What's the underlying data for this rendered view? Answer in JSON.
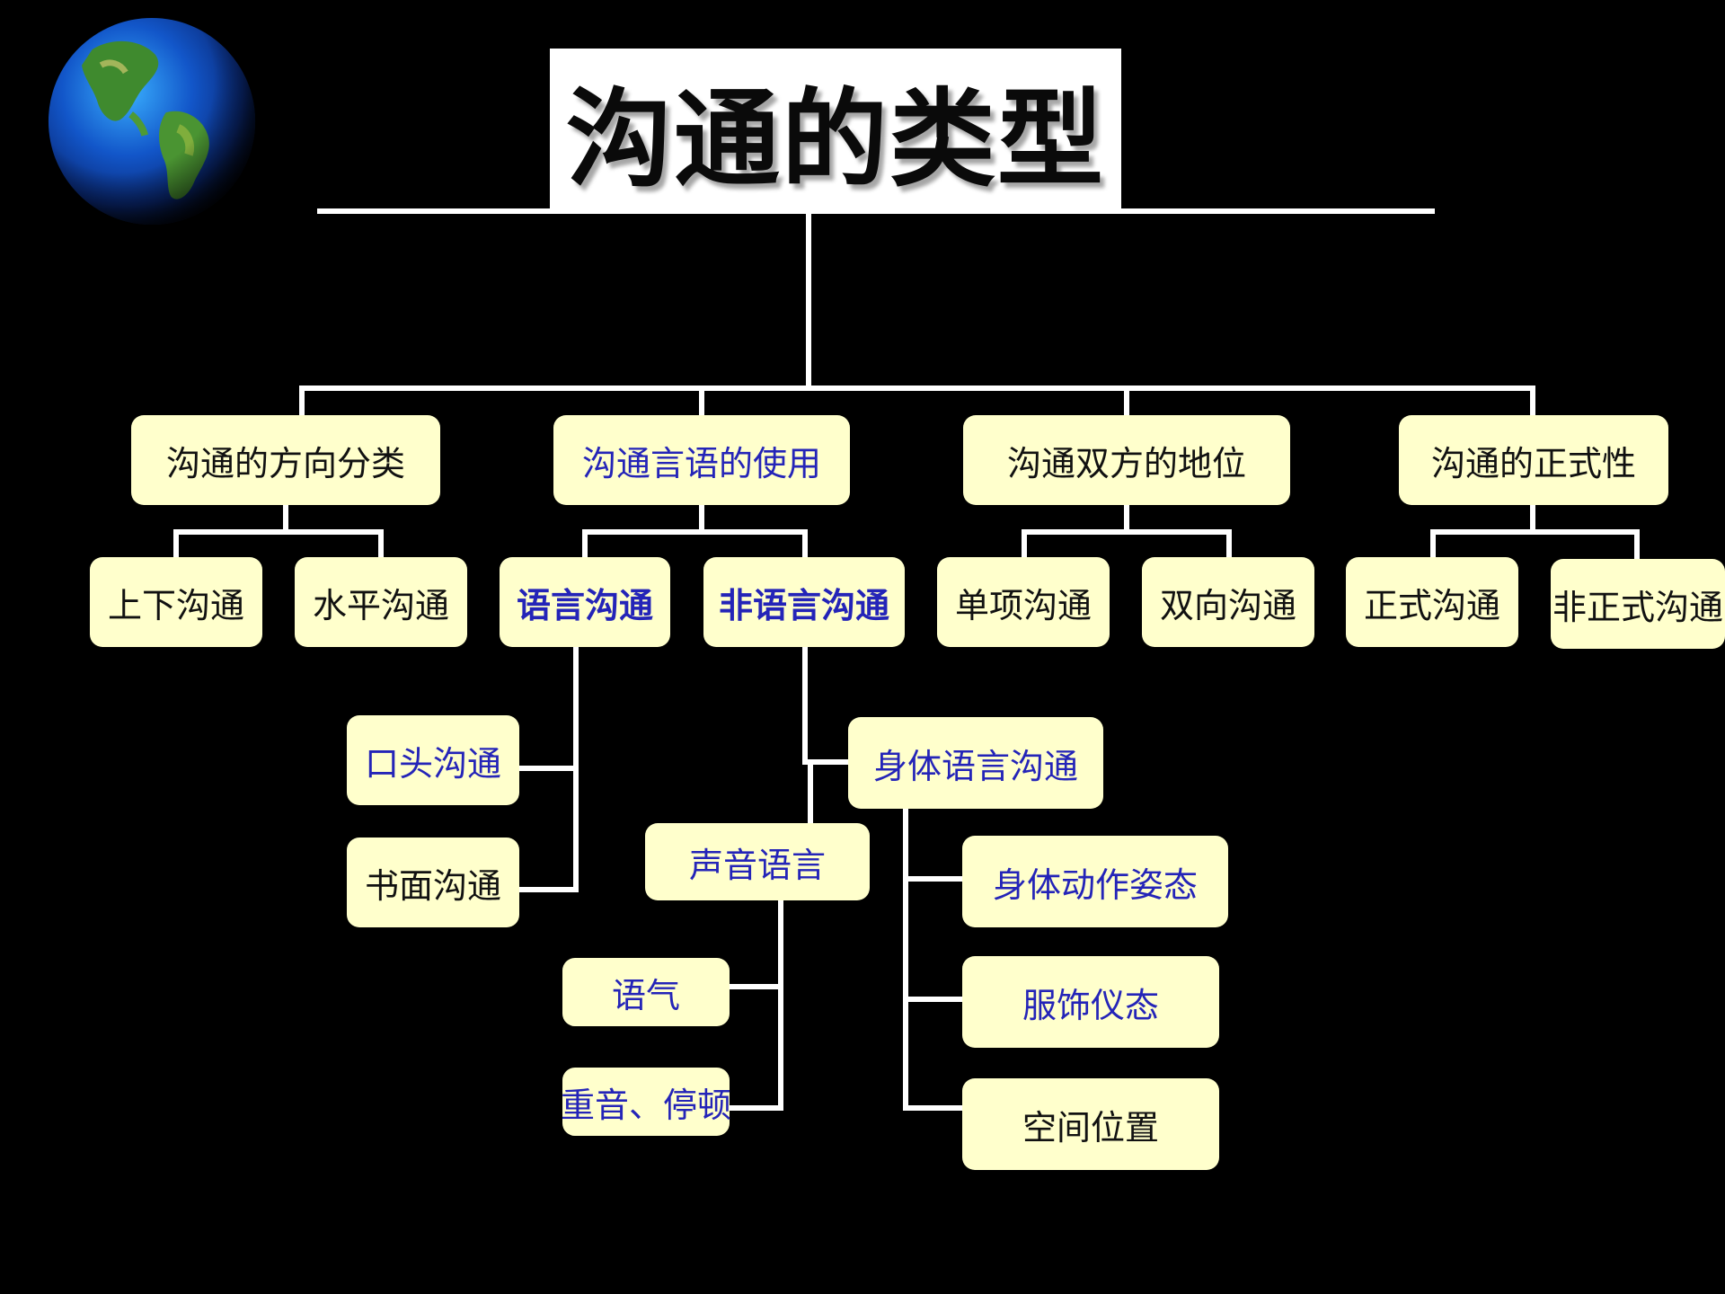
{
  "title": "沟通的类型",
  "colors": {
    "background": "#000000",
    "box_fill": "#ffffcc",
    "connector": "#ffffff",
    "text_dark": "#111111",
    "text_blue": "#2424b8"
  },
  "decoration": {
    "logo_icon": "earth-globe-icon"
  },
  "categories": {
    "direction": "沟通的方向分类",
    "language_use": "沟通言语的使用",
    "status": "沟通双方的地位",
    "formality": "沟通的正式性"
  },
  "leaves": {
    "updown": "上下沟通",
    "horizontal": "水平沟通",
    "verbal": "语言沟通",
    "nonverbal": "非语言沟通",
    "oneway": "单项沟通",
    "twoway": "双向沟通",
    "formal": "正式沟通",
    "informal": "非正式沟通"
  },
  "verbal_children": {
    "oral": "口头沟通",
    "written": "书面沟通"
  },
  "nonverbal_children": {
    "body_language": "身体语言沟通",
    "voice": "声音语言"
  },
  "voice_children": {
    "tone": "语气",
    "stress": "重音、停顿"
  },
  "body_children": {
    "posture": "身体动作姿态",
    "dress": "服饰仪态",
    "space": "空间位置"
  }
}
